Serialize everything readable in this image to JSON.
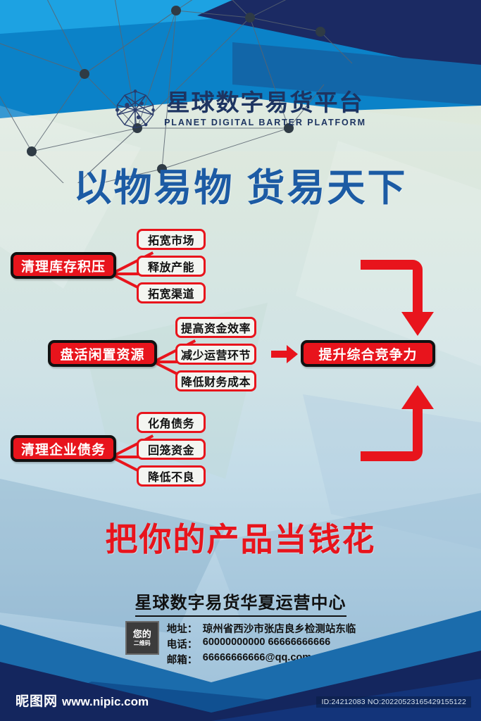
{
  "brand": {
    "logo_icon": "network-sphere-icon",
    "name_cn": "星球数字易货平台",
    "name_en": "PLANET DIGITAL BARTER PLATFORM"
  },
  "headline": "以物易物  货易天下",
  "slogan": "把你的产品当钱花",
  "diagram": {
    "branches": [
      {
        "main": "清理库存积压",
        "subs": [
          "拓宽市场",
          "释放产能",
          "拓宽渠道"
        ]
      },
      {
        "main": "盘活闲置资源",
        "subs": [
          "提高资金效率",
          "减少运营环节",
          "降低财务成本"
        ]
      },
      {
        "main": "清理企业债务",
        "subs": [
          "化角债务",
          "回笼资金",
          "降低不良"
        ]
      }
    ],
    "result": "提升综合竞争力",
    "arrow_top": "elbow-right-down-arrow",
    "arrow_middle": "right-arrow",
    "arrow_bottom": "elbow-right-up-arrow"
  },
  "contact": {
    "title": "星球数字易货华夏运营中心",
    "qr_line1": "您的",
    "qr_line2": "二维码",
    "address_label": "地址：",
    "address_value": "琼州省西沙市张店良乡检测站东临",
    "phone_label": "电话：",
    "phone_value": "60000000000  66666666666",
    "email_label": "邮箱：",
    "email_value": "66666666666@qq.com"
  },
  "watermark": {
    "site_cn": "昵图网",
    "site_url": "www.nipic.com",
    "id_text": "ID:24212083 NO:20220523165429155122"
  },
  "colors": {
    "headline_blue": "#1c5ba4",
    "brand_navy": "#1d3461",
    "accent_red": "#e8141c",
    "box_border": "#111111"
  }
}
